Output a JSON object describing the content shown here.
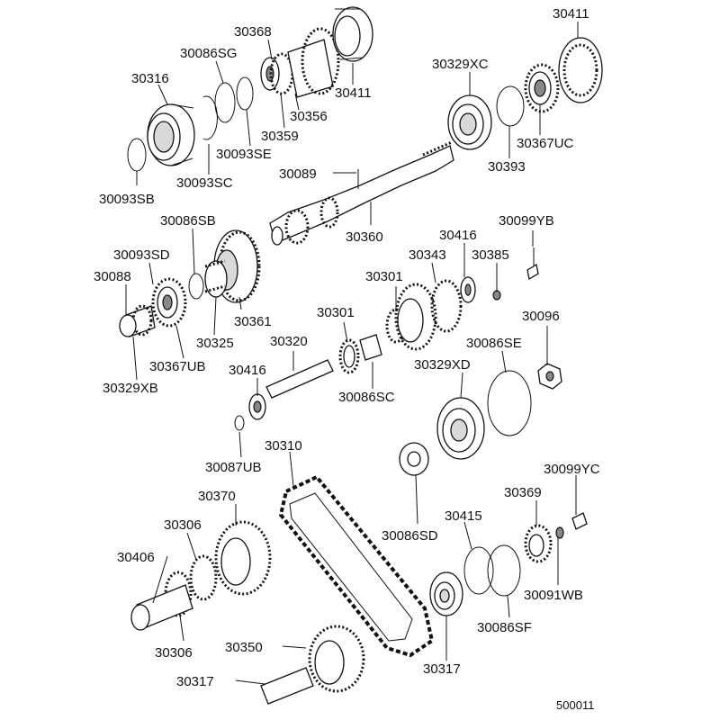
{
  "labels": {
    "p30411_top": "30411",
    "p30368": "30368",
    "p30086sg": "30086SG",
    "p30316": "30316",
    "p30329xc": "30329XC",
    "p30411_mid": "30411",
    "p30356": "30356",
    "p30359": "30359",
    "p30093se": "30093SE",
    "p30093sc": "30093SC",
    "p30093sb": "30093SB",
    "p30367uc": "30367UC",
    "p30393": "30393",
    "p30089": "30089",
    "p30086sb": "30086SB",
    "p30360": "30360",
    "p30099yb": "30099YB",
    "p30416_top": "30416",
    "p30093sd": "30093SD",
    "p30343": "30343",
    "p30385": "30385",
    "p30088": "30088",
    "p30301_a": "30301",
    "p30301_b": "30301",
    "p30096": "30096",
    "p30361": "30361",
    "p30325": "30325",
    "p30320": "30320",
    "p30367ub": "30367UB",
    "p30086se": "30086SE",
    "p30416_mid": "30416",
    "p30329xd": "30329XD",
    "p30329xb": "30329XB",
    "p30086sc": "30086SC",
    "p30310": "30310",
    "p30087ub": "30087UB",
    "p30099yc": "30099YC",
    "p30370": "30370",
    "p30369": "30369",
    "p30306_top": "30306",
    "p30415": "30415",
    "p30086sd": "30086SD",
    "p30406": "30406",
    "p30091wb": "30091WB",
    "p30086sf": "30086SF",
    "p30306_bot": "30306",
    "p30350": "30350",
    "p30317_right": "30317",
    "p30317_left": "30317",
    "diagram_id": "500011"
  }
}
